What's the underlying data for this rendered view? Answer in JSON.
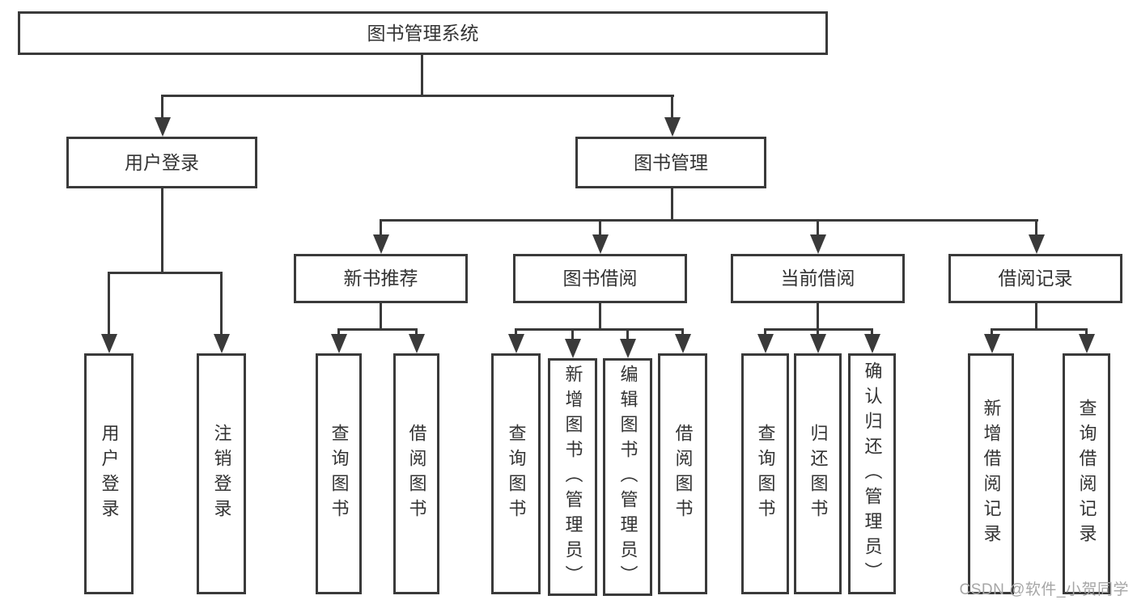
{
  "colors": {
    "background": "#ffffff",
    "line": "#3a3a3a",
    "box_fill": "#ffffff",
    "text": "#333333",
    "watermark_text": "#a6a6a6"
  },
  "watermark": "CSDN @软件_小贺同学",
  "nodes": {
    "root": "图书管理系统",
    "user_login": "用户登录",
    "book_mgmt": "图书管理",
    "new_book_rec": "新书推荐",
    "book_borrow": "图书借阅",
    "current_borrow": "当前借阅",
    "borrow_record": "借阅记录",
    "ul_user_login": "用户登录",
    "ul_logout": "注销登录",
    "nbr_query_book": "查询图书",
    "nbr_borrow_book": "借阅图书",
    "bb_query_book": "查询图书",
    "bb_add_book": "新增图书（管理员）",
    "bb_edit_book": "编辑图书（管理员）",
    "bb_borrow_book": "借阅图书",
    "cb_query_book": "查询图书",
    "cb_return_book": "归还图书",
    "cb_confirm_return": "确认归还（管理员）",
    "br_add_record": "新增借阅记录",
    "br_query_record": "查询借阅记录"
  }
}
